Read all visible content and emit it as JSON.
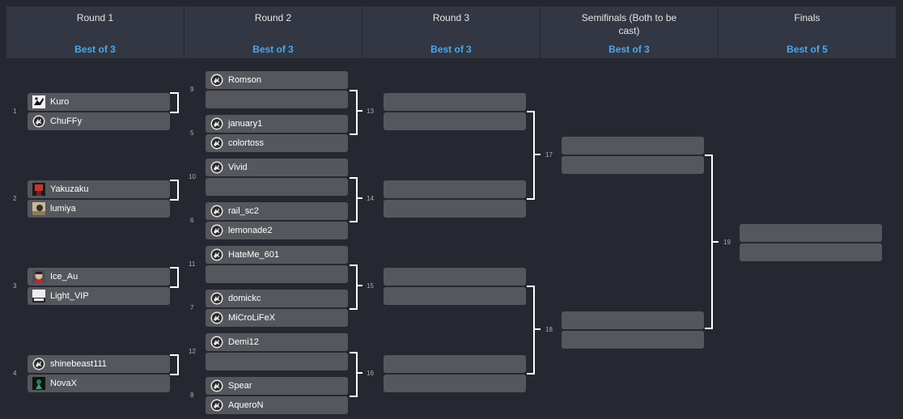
{
  "headers": [
    {
      "title": "Round 1",
      "format": "Best of 3"
    },
    {
      "title": "Round 2",
      "format": "Best of 3"
    },
    {
      "title": "Round 3",
      "format": "Best of 3"
    },
    {
      "title": "Semifinals (Both to be cast)",
      "format": "Best of 3"
    },
    {
      "title": "Finals",
      "format": "Best of 5"
    }
  ],
  "matches": {
    "m1": {
      "num": "1",
      "p1": "Kuro",
      "p2": "ChuFFy",
      "p1_icon": "kuro-avatar-icon",
      "p2_icon": "zerg-icon"
    },
    "m2": {
      "num": "2",
      "p1": "Yakuzaku",
      "p2": "lumiya",
      "p1_icon": "yakuzaku-avatar-icon",
      "p2_icon": "lumiya-avatar-icon"
    },
    "m3": {
      "num": "3",
      "p1": "Ice_Au",
      "p2": "Light_VIP",
      "p1_icon": "iceau-avatar-icon",
      "p2_icon": "lightvip-avatar-icon"
    },
    "m4": {
      "num": "4",
      "p1": "shinebeast111",
      "p2": "NovaX",
      "p1_icon": "zerg-icon",
      "p2_icon": "novax-avatar-icon"
    },
    "m9": {
      "num": "9",
      "p1": "Romson",
      "p2": ""
    },
    "m5": {
      "num": "5",
      "p1": "january1",
      "p2": "colortoss"
    },
    "m10": {
      "num": "10",
      "p1": "Vivid",
      "p2": ""
    },
    "m6": {
      "num": "6",
      "p1": "rail_sc2",
      "p2": "lemonade2"
    },
    "m11": {
      "num": "11",
      "p1": "HateMe_601",
      "p2": ""
    },
    "m7": {
      "num": "7",
      "p1": "domickc",
      "p2": "MiCroLiFeX"
    },
    "m12": {
      "num": "12",
      "p1": "Demi12",
      "p2": ""
    },
    "m8": {
      "num": "8",
      "p1": "Spear",
      "p2": "AqueroN"
    },
    "m13": {
      "num": "13",
      "p1": "",
      "p2": ""
    },
    "m14": {
      "num": "14",
      "p1": "",
      "p2": ""
    },
    "m15": {
      "num": "15",
      "p1": "",
      "p2": ""
    },
    "m16": {
      "num": "16",
      "p1": "",
      "p2": ""
    },
    "m17": {
      "num": "17",
      "p1": "",
      "p2": ""
    },
    "m18": {
      "num": "18",
      "p1": "",
      "p2": ""
    },
    "m19": {
      "num": "19",
      "p1": "",
      "p2": ""
    }
  },
  "colors": {
    "background": "#252830",
    "header": "#323743",
    "slot": "#55575d",
    "format_link": "#4aa8f0",
    "connector": "#ffffff"
  }
}
